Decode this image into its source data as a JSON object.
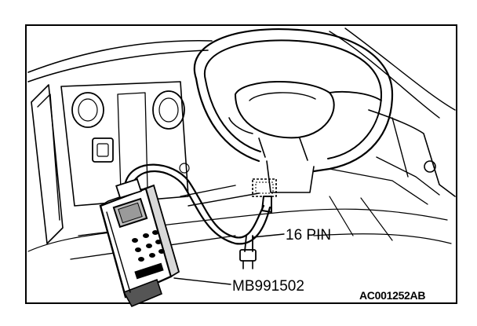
{
  "labels": {
    "connector": "16 PIN",
    "tool": "MB991502",
    "figure_code": "AC001252AB"
  }
}
